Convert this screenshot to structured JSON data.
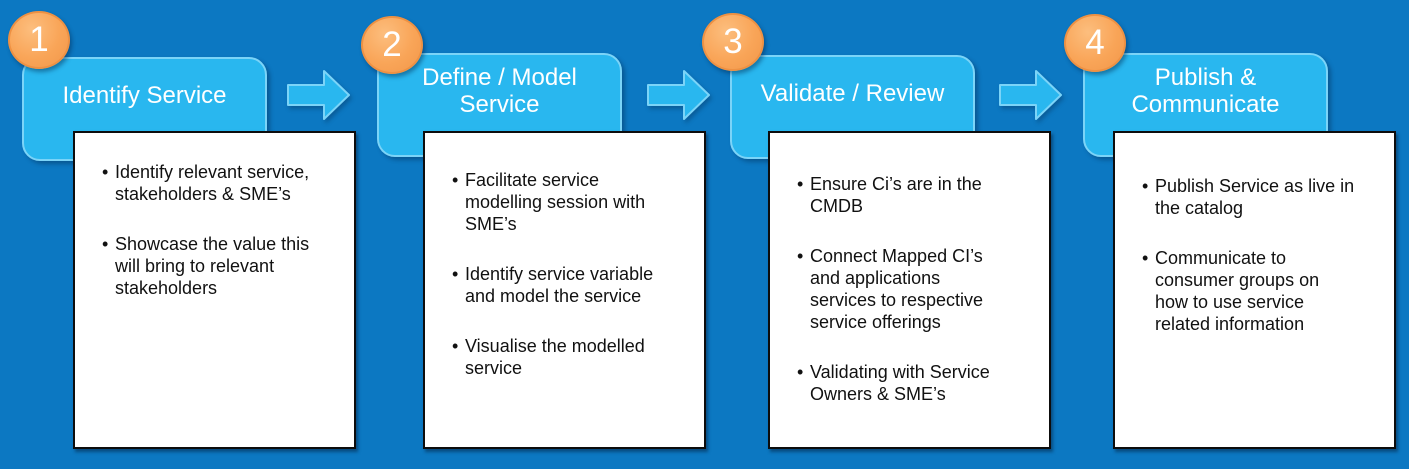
{
  "colors": {
    "background": "#0C78C2",
    "step_header_fill": "#29B7EF",
    "step_header_border": "#7BD4F8",
    "badge_fill": "#F9A558",
    "badge_border": "#EE9143",
    "arrow_fill": "#29B7EF",
    "arrow_border": "#7BD4F8",
    "detail_box_fill": "#FFFFFF",
    "detail_box_border": "#000000",
    "title_text": "#FFFFFF",
    "bullet_text": "#111111"
  },
  "steps": [
    {
      "number": "1",
      "title": "Identify Service",
      "bullets": [
        "Identify relevant service,\nstakeholders & SME’s",
        "Showcase the value this\nwill bring to relevant\nstakeholders"
      ]
    },
    {
      "number": "2",
      "title": "Define / Model\nService",
      "bullets": [
        "Facilitate service\nmodelling session with\nSME’s",
        "Identify service variable\nand model the service",
        "Visualise the modelled\nservice"
      ]
    },
    {
      "number": "3",
      "title": "Validate / Review",
      "bullets": [
        "Ensure Ci’s are in the\nCMDB",
        "Connect Mapped CI’s\nand applications\nservices to respective\nservice offerings",
        "Validating with Service\nOwners & SME’s"
      ]
    },
    {
      "number": "4",
      "title": "Publish &\nCommunicate",
      "bullets": [
        "Publish Service as live in\nthe catalog",
        "Communicate to\nconsumer groups on\nhow to use service\nrelated information"
      ]
    }
  ]
}
